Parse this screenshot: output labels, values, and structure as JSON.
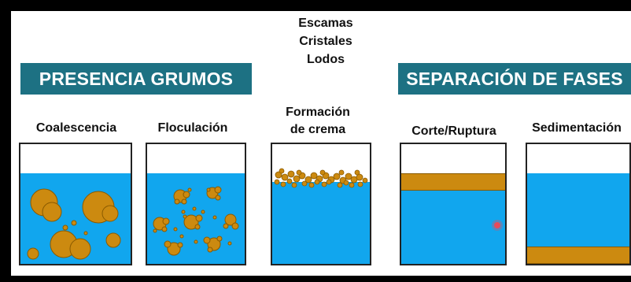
{
  "header_left": "PRESENCIA GRUMOS",
  "header_right": "SEPARACIÓN DE FASES",
  "center_list": [
    "Escamas",
    "Cristales",
    "Lodos"
  ],
  "labels": {
    "coalescencia": "Coalescencia",
    "floculacion": "Floculación",
    "formacion_line1": "Formación",
    "formacion_line2": "de crema",
    "corte": "Corte/Ruptura",
    "sedimentacion": "Sedimentación"
  },
  "colors": {
    "band": "#1d7183",
    "water": "#11a6ee",
    "fat": "#cc8a10"
  }
}
